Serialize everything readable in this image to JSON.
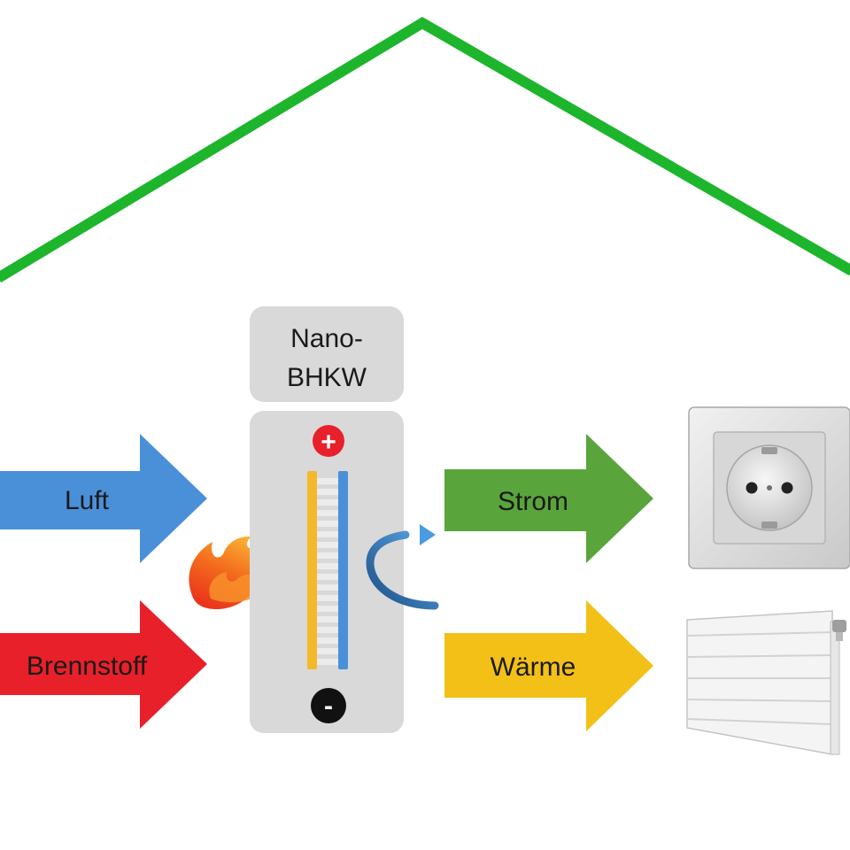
{
  "unit": {
    "title_line1": "Nano-",
    "title_line2": "BHKW",
    "plus_symbol": "+",
    "minus_symbol": "-"
  },
  "inputs": [
    {
      "label": "Luft",
      "color": "#4a90d9"
    },
    {
      "label": "Brennstoff",
      "color": "#e8202a"
    }
  ],
  "outputs": [
    {
      "label": "Strom",
      "color": "#5aa43c"
    },
    {
      "label": "Wärme",
      "color": "#f2c017"
    }
  ],
  "colors": {
    "roof": "#1db52c",
    "unit_body": "#d9d9d9",
    "anode_strip": "#f4b92b",
    "cathode_strip": "#4a90d9",
    "plus_badge": "#e8202a",
    "minus_badge": "#111111",
    "heat_arrow": "#2c6fb0"
  },
  "icons": {
    "flame": "flame-icon",
    "heat_recovery": "curved-arrow-icon",
    "socket": "power-socket-icon",
    "radiator": "radiator-icon"
  }
}
